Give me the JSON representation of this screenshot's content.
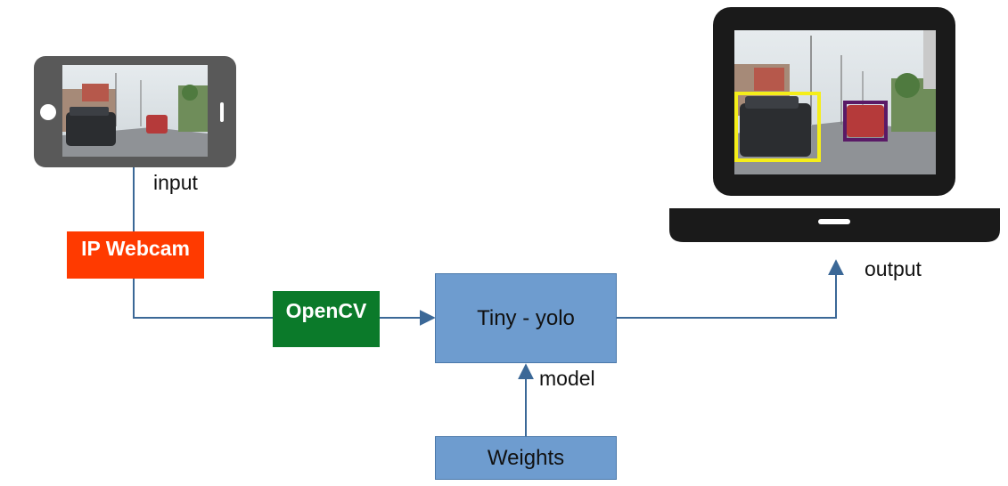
{
  "nodes": {
    "ip_webcam": {
      "label": "IP Webcam",
      "color": "#ff3a00"
    },
    "opencv": {
      "label": "OpenCV",
      "color": "#0b7a2a"
    },
    "tiny_yolo": {
      "label": "Tiny - yolo",
      "color": "#6e9ccf"
    },
    "weights": {
      "label": "Weights",
      "color": "#6e9ccf"
    }
  },
  "labels": {
    "input": "input",
    "output": "output",
    "model": "model"
  },
  "colors": {
    "arrow": "#3b6897",
    "device": "#1a1a1a",
    "phone": "#595959",
    "detection_box_1": "#f5ee1a",
    "detection_box_2": "#5a1a66"
  },
  "icons": [
    "smartphone-icon",
    "laptop-icon"
  ]
}
